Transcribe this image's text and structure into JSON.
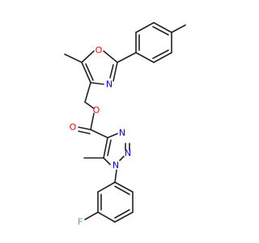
{
  "atoms": {
    "ring_o": {
      "text": "O",
      "color": "#ff0000"
    },
    "ring_n": {
      "text": "N",
      "color": "#0000ff"
    },
    "ester_o": {
      "text": "O",
      "color": "#ff0000"
    },
    "carbonyl_o": {
      "text": "O",
      "color": "#ff0000"
    },
    "triazole_n3": {
      "text": "N",
      "color": "#0000ff"
    },
    "triazole_n2": {
      "text": "N",
      "color": "#0000ff"
    },
    "triazole_n1": {
      "text": "N",
      "color": "#0000ff"
    },
    "fluorine": {
      "text": "F",
      "color": "#33cc33"
    }
  },
  "bond_color": "#222222"
}
